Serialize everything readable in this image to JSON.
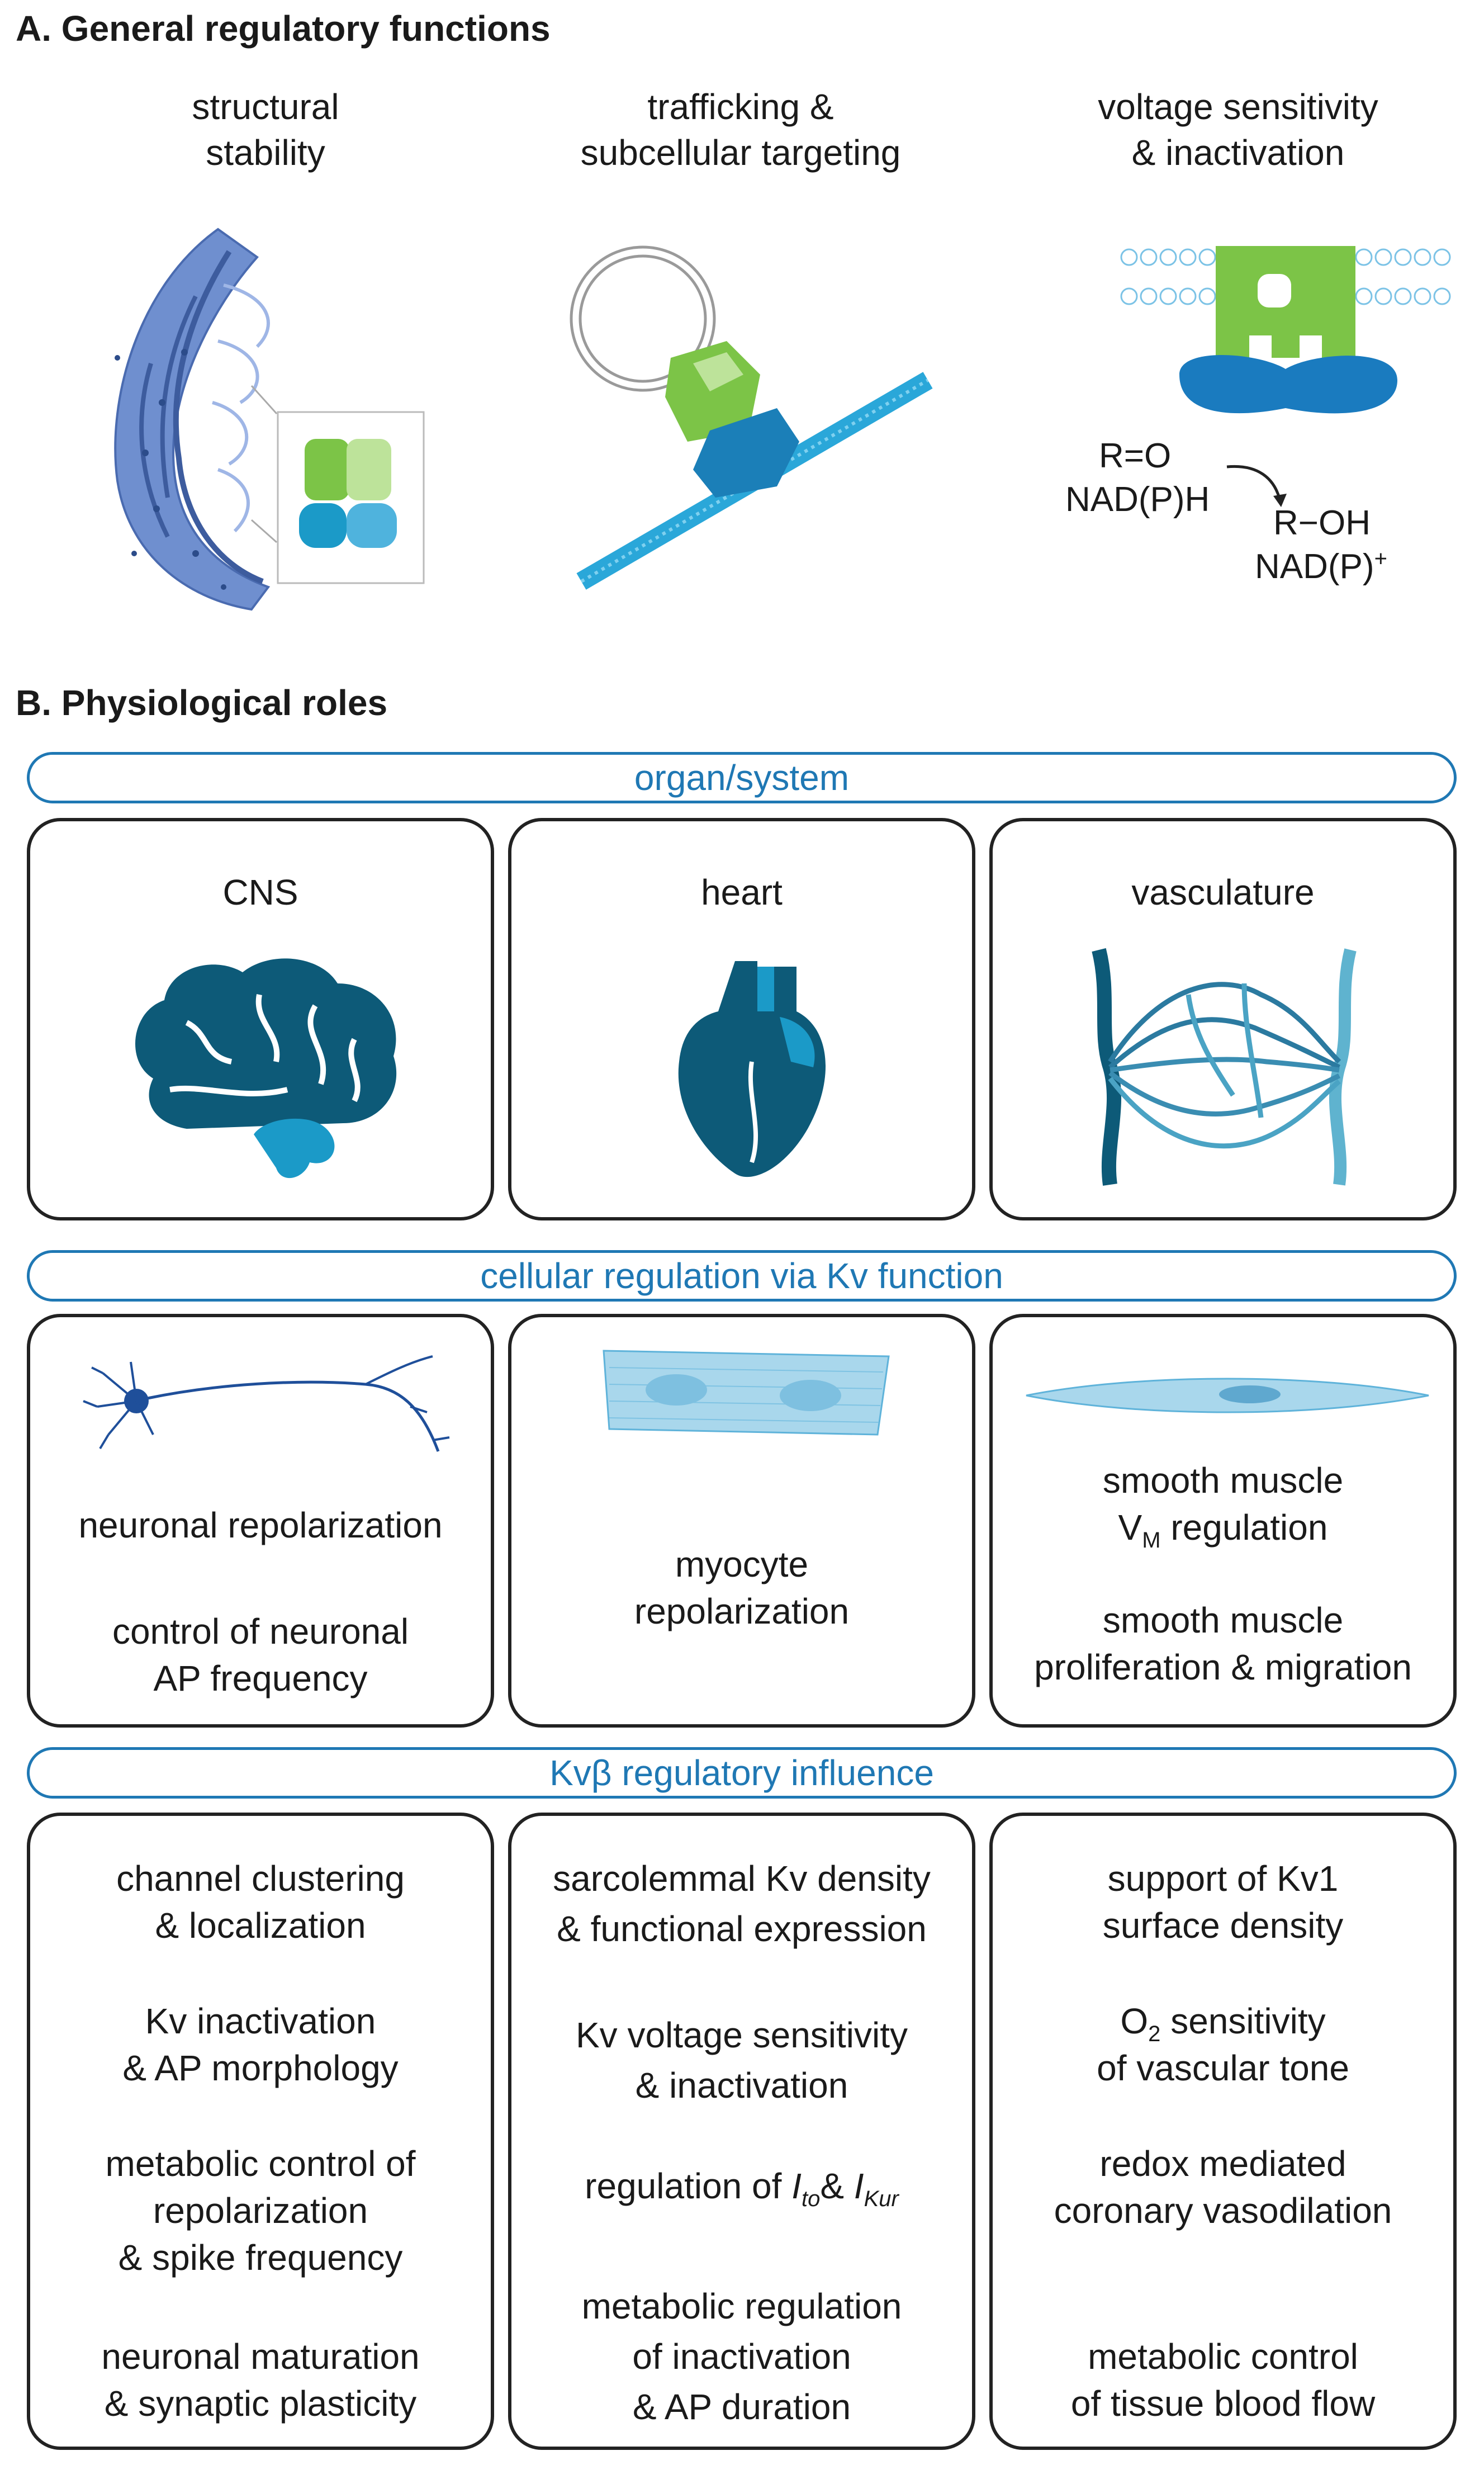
{
  "section_a": {
    "title": "A. General regulatory functions",
    "panels": [
      {
        "line1": "structural",
        "line2": "stability"
      },
      {
        "line1": "trafficking  &",
        "line2": "subcellular targeting"
      },
      {
        "line1": "voltage sensitivity",
        "line2": "& inactivation"
      }
    ],
    "reaction": {
      "substrate": "R=O",
      "cofactor_in": "NAD(P)H",
      "product": "R−OH",
      "cofactor_out_base": "NAD(P)",
      "cofactor_out_sup": "+"
    }
  },
  "section_b": {
    "title": "B. Physiological roles",
    "headers": {
      "organ": "organ/system",
      "cellular": "cellular regulation via Kv function",
      "influence": "Kvβ regulatory influence"
    },
    "organs": [
      "CNS",
      "heart",
      "vasculature"
    ],
    "cellular": {
      "neuron": [
        "neuronal repolarization",
        "control of neuronal",
        "AP frequency"
      ],
      "myocyte": [
        "myocyte",
        "repolarization"
      ],
      "smooth": {
        "l1": "smooth muscle",
        "vm_base": "V",
        "vm_sub": "M",
        "vm_rest": " regulation",
        "l3": "smooth muscle",
        "l4": "proliferation & migration"
      }
    },
    "influence": {
      "cns": [
        "channel clustering",
        "& localization",
        "Kv inactivation",
        "& AP morphology",
        "metabolic control of",
        "repolarization",
        "& spike frequency",
        "neuronal maturation",
        "& synaptic plasticity"
      ],
      "heart": {
        "l1": "sarcolemmal Kv density",
        "l2": "& functional expression",
        "l3": "Kv voltage sensitivity",
        "l4": "& inactivation",
        "ito_pre": "regulation of ",
        "ito_i": "I",
        "ito_sub": "to",
        "ito_amp": "& ",
        "ikur_i": "I",
        "ikur_sub": "Kur",
        "l6": "metabolic regulation",
        "l7": "of inactivation",
        "l8": "& AP duration"
      },
      "vasc": {
        "l1": "support of Kv1",
        "l2": "surface density",
        "o2_base": "O",
        "o2_sub": "2",
        "o2_rest": " sensitivity",
        "l4": "of vascular tone",
        "l5": "redox mediated",
        "l6": "coronary vasodilation",
        "l7": "metabolic control",
        "l8": "of tissue blood flow"
      }
    }
  },
  "colors": {
    "accent_blue": "#1f78b4",
    "dark_teal": "#0d5a78",
    "light_teal": "#1b9ac8",
    "green": "#7cc447",
    "light_green": "#bde39a"
  }
}
